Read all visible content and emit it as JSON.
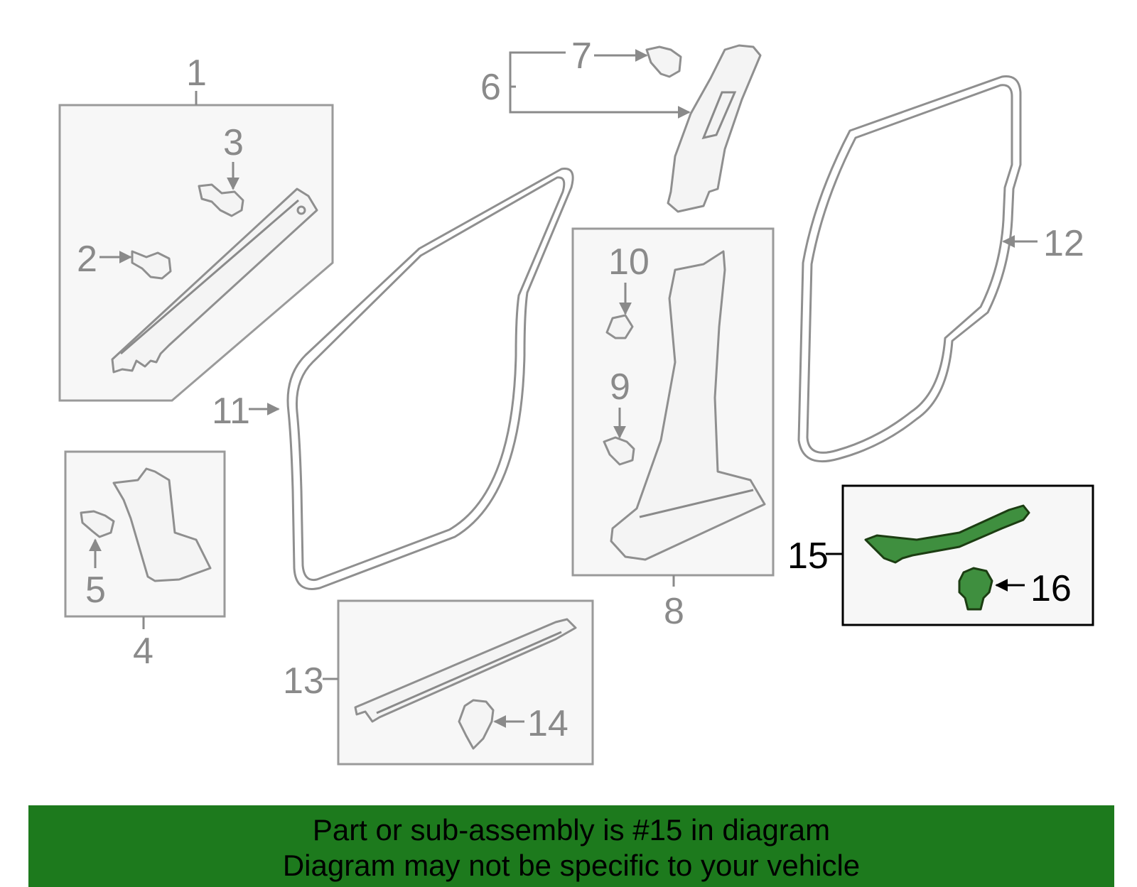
{
  "diagram": {
    "highlight_part": "15",
    "highlight_color": "#3f8f3f",
    "callouts": [
      "1",
      "2",
      "3",
      "4",
      "5",
      "6",
      "7",
      "8",
      "9",
      "10",
      "11",
      "12",
      "13",
      "14",
      "15",
      "16"
    ]
  },
  "banner": {
    "line1": "Part or sub-assembly is #15 in diagram",
    "line2": "Diagram may not be specific to your vehicle",
    "background": "#1d7a1d"
  }
}
